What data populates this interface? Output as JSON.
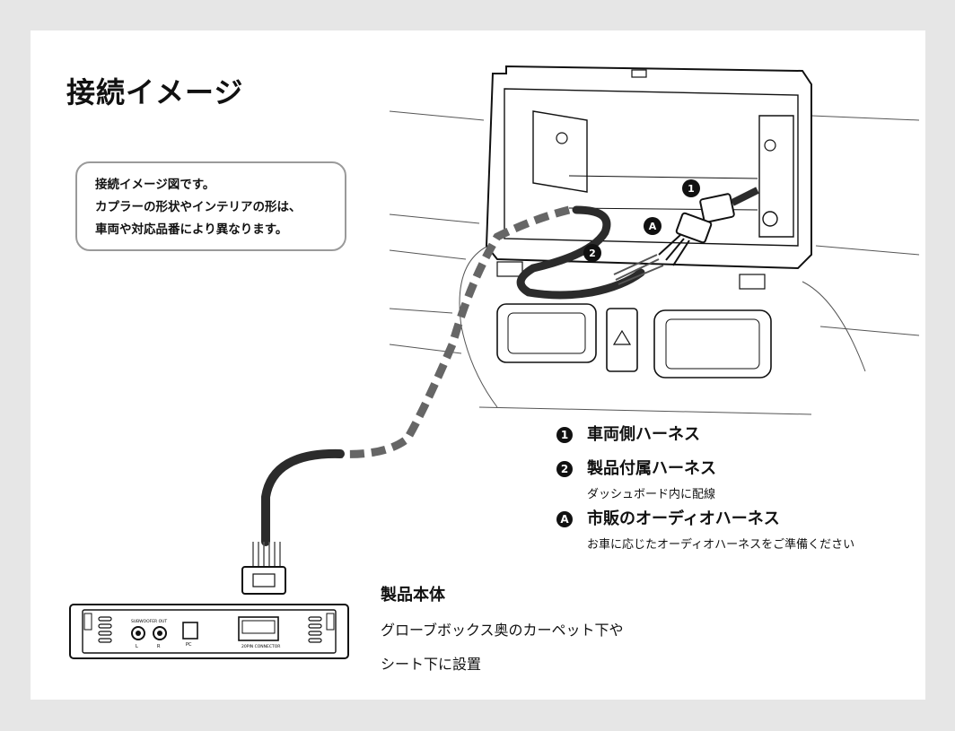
{
  "title": "接続イメージ",
  "note": {
    "lines": [
      "接続イメージ図です。",
      "カプラーの形状やインテリアの形は、",
      "車両や対応品番により異なります。"
    ]
  },
  "badges": {
    "one": "1",
    "two": "2",
    "a": "A"
  },
  "legend": [
    {
      "badge": "1",
      "title": "車両側ハーネス",
      "sub": ""
    },
    {
      "badge": "2",
      "title": "製品付属ハーネス",
      "sub": "ダッシュボード内に配線"
    },
    {
      "badge": "A",
      "title": "市販のオーディオハーネス",
      "sub": "お車に応じたオーディオハーネスをご準備ください"
    }
  ],
  "product": {
    "title": "製品本体",
    "lines": [
      "グローブボックス奥のカーペット下や",
      "シート下に設置"
    ]
  },
  "device_labels": {
    "subwoofer_out": "SUBWOOFER OUT",
    "left": "L",
    "right": "R",
    "pc": "PC",
    "connector": "20PIN CONNECTOR"
  },
  "colors": {
    "background": "#e6e6e6",
    "panel": "#ffffff",
    "ink": "#111111",
    "cable": "#2b2b2b"
  }
}
